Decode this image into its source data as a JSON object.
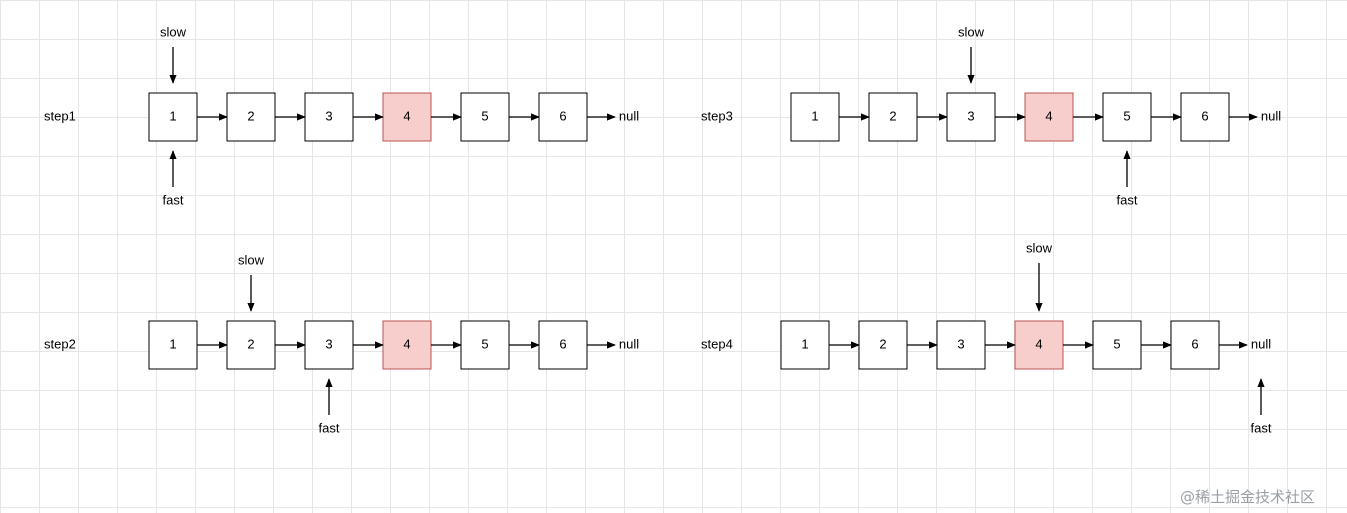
{
  "steps": [
    {
      "label": "step1",
      "nodes": [
        "1",
        "2",
        "3",
        "4",
        "5",
        "6"
      ],
      "highlight_index": 3,
      "end_label": "null",
      "slow": {
        "label": "slow",
        "at": 0
      },
      "fast": {
        "label": "fast",
        "at": 0
      }
    },
    {
      "label": "step2",
      "nodes": [
        "1",
        "2",
        "3",
        "4",
        "5",
        "6"
      ],
      "highlight_index": 3,
      "end_label": "null",
      "slow": {
        "label": "slow",
        "at": 1
      },
      "fast": {
        "label": "fast",
        "at": 2
      }
    },
    {
      "label": "step3",
      "nodes": [
        "1",
        "2",
        "3",
        "4",
        "5",
        "6"
      ],
      "highlight_index": 3,
      "end_label": "null",
      "slow": {
        "label": "slow",
        "at": 2
      },
      "fast": {
        "label": "fast",
        "at": 4
      }
    },
    {
      "label": "step4",
      "nodes": [
        "1",
        "2",
        "3",
        "4",
        "5",
        "6"
      ],
      "highlight_index": 3,
      "end_label": "null",
      "slow": {
        "label": "slow",
        "at": 3
      },
      "fast": {
        "label": "fast",
        "at": "null"
      }
    }
  ],
  "watermark": "@稀土掘金技术社区",
  "colors": {
    "node_fill": "#ffffff",
    "node_stroke": "#000000",
    "highlight_fill": "#f8cecc",
    "highlight_stroke": "#b85450",
    "grid": "#e6e6e6"
  }
}
